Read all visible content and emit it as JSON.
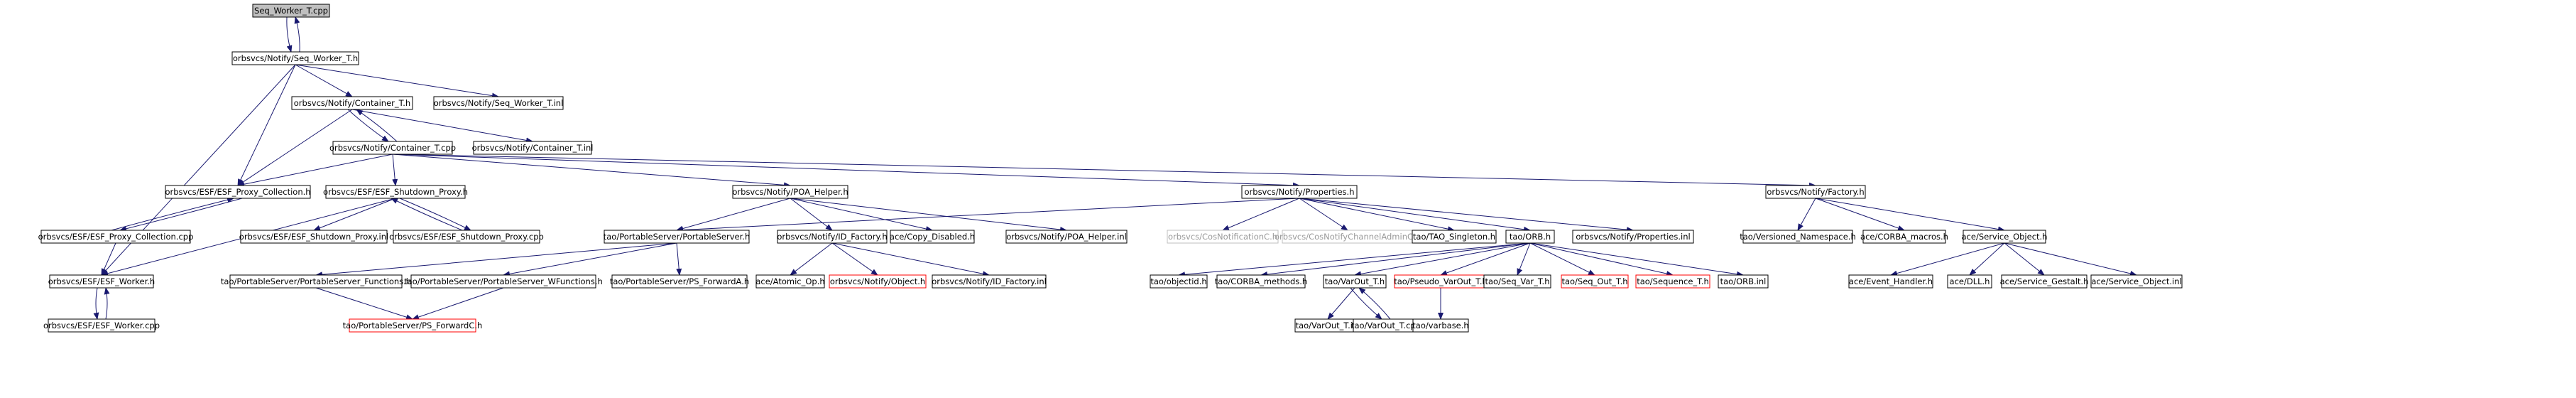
{
  "graph": {
    "colors": {
      "edge": "#191970",
      "node_border": "#000000",
      "node_border_missing": "#bfbfbf",
      "node_border_truncated": "#ff0000",
      "root_fill": "#bfbfbf",
      "node_fill": "#ffffff"
    },
    "nodes": [
      {
        "id": "n0",
        "label": "Seq_Worker_T.cpp",
        "kind": "root"
      },
      {
        "id": "n1",
        "label": "orbsvcs/Notify/Seq_Worker_T.h",
        "kind": "normal"
      },
      {
        "id": "n2",
        "label": "orbsvcs/Notify/Container_T.h",
        "kind": "normal"
      },
      {
        "id": "n3",
        "label": "orbsvcs/Notify/Seq_Worker_T.inl",
        "kind": "normal"
      },
      {
        "id": "n4",
        "label": "orbsvcs/Notify/Container_T.cpp",
        "kind": "normal"
      },
      {
        "id": "n5",
        "label": "orbsvcs/Notify/Container_T.inl",
        "kind": "normal"
      },
      {
        "id": "n6",
        "label": "orbsvcs/ESF/ESF_Proxy_Collection.h",
        "kind": "normal"
      },
      {
        "id": "n7",
        "label": "orbsvcs/ESF/ESF_Shutdown_Proxy.h",
        "kind": "normal"
      },
      {
        "id": "n8",
        "label": "orbsvcs/Notify/POA_Helper.h",
        "kind": "normal"
      },
      {
        "id": "n9",
        "label": "orbsvcs/Notify/Properties.h",
        "kind": "normal"
      },
      {
        "id": "n10",
        "label": "orbsvcs/Notify/Factory.h",
        "kind": "normal"
      },
      {
        "id": "n11",
        "label": "orbsvcs/ESF/ESF_Proxy_Collection.cpp",
        "kind": "normal"
      },
      {
        "id": "n12",
        "label": "orbsvcs/ESF/ESF_Shutdown_Proxy.inl",
        "kind": "normal"
      },
      {
        "id": "n13",
        "label": "orbsvcs/ESF/ESF_Shutdown_Proxy.cpp",
        "kind": "normal"
      },
      {
        "id": "n14",
        "label": "tao/PortableServer/PortableServer.h",
        "kind": "normal"
      },
      {
        "id": "n15",
        "label": "orbsvcs/Notify/ID_Factory.h",
        "kind": "normal"
      },
      {
        "id": "n16",
        "label": "ace/Copy_Disabled.h",
        "kind": "normal"
      },
      {
        "id": "n17",
        "label": "orbsvcs/Notify/POA_Helper.inl",
        "kind": "normal"
      },
      {
        "id": "n18",
        "label": "orbsvcs/CosNotificationC.h",
        "kind": "missing"
      },
      {
        "id": "n19",
        "label": "orbsvcs/CosNotifyChannelAdminC.h",
        "kind": "missing"
      },
      {
        "id": "n20",
        "label": "tao/TAO_Singleton.h",
        "kind": "normal"
      },
      {
        "id": "n21",
        "label": "tao/ORB.h",
        "kind": "normal"
      },
      {
        "id": "n22",
        "label": "orbsvcs/Notify/Properties.inl",
        "kind": "normal"
      },
      {
        "id": "n23",
        "label": "tao/Versioned_Namespace.h",
        "kind": "normal"
      },
      {
        "id": "n24",
        "label": "ace/CORBA_macros.h",
        "kind": "normal"
      },
      {
        "id": "n25",
        "label": "ace/Service_Object.h",
        "kind": "normal"
      },
      {
        "id": "n26",
        "label": "orbsvcs/ESF/ESF_Worker.h",
        "kind": "normal"
      },
      {
        "id": "n27",
        "label": "tao/PortableServer/PortableServer_Functions.h",
        "kind": "normal"
      },
      {
        "id": "n28",
        "label": "tao/PortableServer/PortableServer_WFunctions.h",
        "kind": "normal"
      },
      {
        "id": "n29",
        "label": "tao/PortableServer/PS_ForwardA.h",
        "kind": "normal"
      },
      {
        "id": "n30",
        "label": "ace/Atomic_Op.h",
        "kind": "normal"
      },
      {
        "id": "n31",
        "label": "orbsvcs/Notify/Object.h",
        "kind": "truncated"
      },
      {
        "id": "n32",
        "label": "orbsvcs/Notify/ID_Factory.inl",
        "kind": "normal"
      },
      {
        "id": "n33",
        "label": "tao/objectid.h",
        "kind": "normal"
      },
      {
        "id": "n34",
        "label": "tao/CORBA_methods.h",
        "kind": "normal"
      },
      {
        "id": "n35",
        "label": "tao/VarOut_T.h",
        "kind": "normal"
      },
      {
        "id": "n36",
        "label": "tao/Pseudo_VarOut_T.h",
        "kind": "truncated"
      },
      {
        "id": "n37",
        "label": "tao/Seq_Var_T.h",
        "kind": "normal"
      },
      {
        "id": "n38",
        "label": "tao/Seq_Out_T.h",
        "kind": "truncated"
      },
      {
        "id": "n39",
        "label": "tao/Sequence_T.h",
        "kind": "truncated"
      },
      {
        "id": "n40",
        "label": "tao/ORB.inl",
        "kind": "normal"
      },
      {
        "id": "n41",
        "label": "ace/Event_Handler.h",
        "kind": "normal"
      },
      {
        "id": "n42",
        "label": "ace/DLL.h",
        "kind": "normal"
      },
      {
        "id": "n43",
        "label": "ace/Service_Gestalt.h",
        "kind": "normal"
      },
      {
        "id": "n44",
        "label": "ace/Service_Object.inl",
        "kind": "normal"
      },
      {
        "id": "n45",
        "label": "orbsvcs/ESF/ESF_Worker.cpp",
        "kind": "normal"
      },
      {
        "id": "n46",
        "label": "tao/PortableServer/PS_ForwardC.h",
        "kind": "truncated"
      },
      {
        "id": "n47",
        "label": "tao/VarOut_T.inl",
        "kind": "normal"
      },
      {
        "id": "n48",
        "label": "tao/VarOut_T.cpp",
        "kind": "normal"
      },
      {
        "id": "n49",
        "label": "tao/varbase.h",
        "kind": "normal"
      }
    ],
    "edges": [
      [
        "n0",
        "n1"
      ],
      [
        "n1",
        "n0"
      ],
      [
        "n1",
        "n2"
      ],
      [
        "n1",
        "n3"
      ],
      [
        "n1",
        "n6"
      ],
      [
        "n1",
        "n26"
      ],
      [
        "n2",
        "n4"
      ],
      [
        "n4",
        "n2"
      ],
      [
        "n2",
        "n5"
      ],
      [
        "n2",
        "n6"
      ],
      [
        "n4",
        "n6"
      ],
      [
        "n4",
        "n7"
      ],
      [
        "n4",
        "n8"
      ],
      [
        "n4",
        "n9"
      ],
      [
        "n4",
        "n10"
      ],
      [
        "n6",
        "n11"
      ],
      [
        "n11",
        "n6"
      ],
      [
        "n11",
        "n26"
      ],
      [
        "n7",
        "n12"
      ],
      [
        "n7",
        "n13"
      ],
      [
        "n13",
        "n7"
      ],
      [
        "n7",
        "n26"
      ],
      [
        "n26",
        "n45"
      ],
      [
        "n45",
        "n26"
      ],
      [
        "n8",
        "n14"
      ],
      [
        "n8",
        "n15"
      ],
      [
        "n8",
        "n16"
      ],
      [
        "n8",
        "n17"
      ],
      [
        "n9",
        "n14"
      ],
      [
        "n9",
        "n18"
      ],
      [
        "n9",
        "n19"
      ],
      [
        "n9",
        "n20"
      ],
      [
        "n9",
        "n21"
      ],
      [
        "n9",
        "n22"
      ],
      [
        "n10",
        "n23"
      ],
      [
        "n10",
        "n24"
      ],
      [
        "n10",
        "n25"
      ],
      [
        "n14",
        "n27"
      ],
      [
        "n14",
        "n28"
      ],
      [
        "n14",
        "n29"
      ],
      [
        "n27",
        "n46"
      ],
      [
        "n28",
        "n46"
      ],
      [
        "n15",
        "n30"
      ],
      [
        "n15",
        "n31"
      ],
      [
        "n15",
        "n32"
      ],
      [
        "n21",
        "n33"
      ],
      [
        "n21",
        "n34"
      ],
      [
        "n21",
        "n35"
      ],
      [
        "n21",
        "n36"
      ],
      [
        "n21",
        "n37"
      ],
      [
        "n21",
        "n38"
      ],
      [
        "n21",
        "n39"
      ],
      [
        "n21",
        "n40"
      ],
      [
        "n35",
        "n47"
      ],
      [
        "n35",
        "n48"
      ],
      [
        "n48",
        "n35"
      ],
      [
        "n36",
        "n49"
      ],
      [
        "n25",
        "n41"
      ],
      [
        "n25",
        "n42"
      ],
      [
        "n25",
        "n43"
      ],
      [
        "n25",
        "n44"
      ]
    ]
  }
}
